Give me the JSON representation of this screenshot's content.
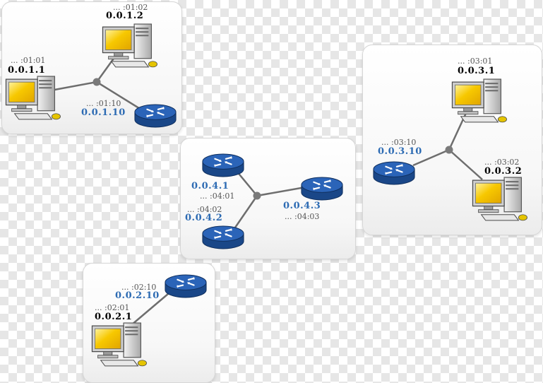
{
  "colors": {
    "router": "#2b64b8",
    "router_dark": "#1a4788",
    "link": "#6e6e6e",
    "junction": "#7a7a7a",
    "screen": "#f7c800",
    "host_ip": "#000000",
    "router_ip": "#2d6bb3"
  },
  "networks": {
    "net1": {
      "host1": {
        "mac": "... :01:01",
        "ip": "0.0.1.1"
      },
      "host2": {
        "mac": "... :01:02",
        "ip": "0.0.1.2"
      },
      "router": {
        "mac": "... :01:10",
        "ip": "0.0.1.10"
      }
    },
    "net2": {
      "router": {
        "mac": "... :02:10",
        "ip": "0.0.2.10"
      },
      "host1": {
        "mac": "... :02:01",
        "ip": "0.0.2.1"
      }
    },
    "net3": {
      "host1": {
        "mac": "... :03:01",
        "ip": "0.0.3.1"
      },
      "router": {
        "mac": "... :03:10",
        "ip": "0.0.3.10"
      },
      "host2": {
        "mac": "... :03:02",
        "ip": "0.0.3.2"
      }
    },
    "net4": {
      "router1": {
        "ip": "0.0.4.1",
        "mac": "... :04:01"
      },
      "router2": {
        "mac": "... :04:02",
        "ip": "0.0.4.2"
      },
      "router3": {
        "ip": "0.0.4.3",
        "mac": "... :04:03"
      }
    }
  },
  "icons": {
    "host": "desktop-computer-icon",
    "router": "router-icon"
  }
}
